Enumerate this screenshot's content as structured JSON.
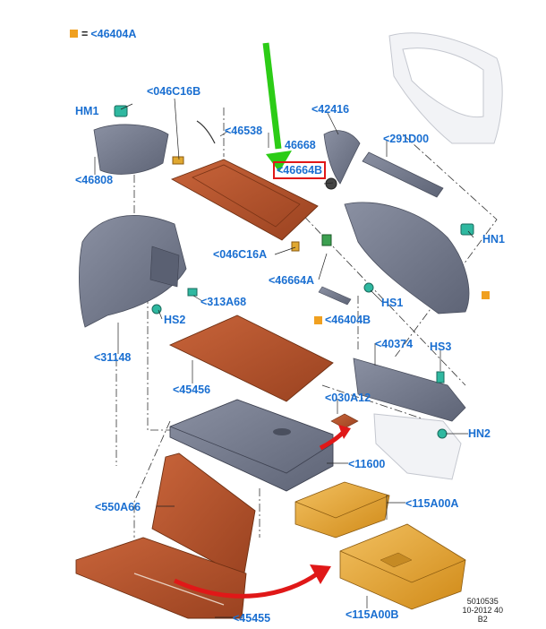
{
  "legend": {
    "symbol_color": "#f0a020",
    "symbol_text": "=",
    "part": "<46404A"
  },
  "labels": {
    "hm1": "HM1",
    "p046c16b": "<046C16B",
    "p46808": "<46808",
    "p46538": "<46538",
    "p46668": "46668",
    "p46664b": "<46664B",
    "p42416": "<42416",
    "p291d00": "<291D00",
    "hn1": "HN1",
    "p046c16a": "<046C16A",
    "p46664a": "<46664A",
    "p313a68": "<313A68",
    "hs2": "HS2",
    "hs1": "HS1",
    "p46404b": "<46404B",
    "p31148": "<31148",
    "p40374": "<40374",
    "hs3": "HS3",
    "p45456": "<45456",
    "p030a12": "<030A12",
    "hn2": "HN2",
    "p11600": "<11600",
    "p550a66": "<550A66",
    "p115a00a": "<115A00A",
    "p45455": "<45455",
    "p115a00b": "<115A00B"
  },
  "reference": {
    "number": "5010535",
    "date": "10-2012 40",
    "code": "B2"
  },
  "colors": {
    "label_blue": "#1a6fd1",
    "panel_brown": "#b5522a",
    "callout_green": "#2ccc16",
    "arrow_red": "#e01818",
    "box_orange": "#e8a020",
    "grey_panel": "#7c8193",
    "clip_teal": "#2fb8a0"
  }
}
